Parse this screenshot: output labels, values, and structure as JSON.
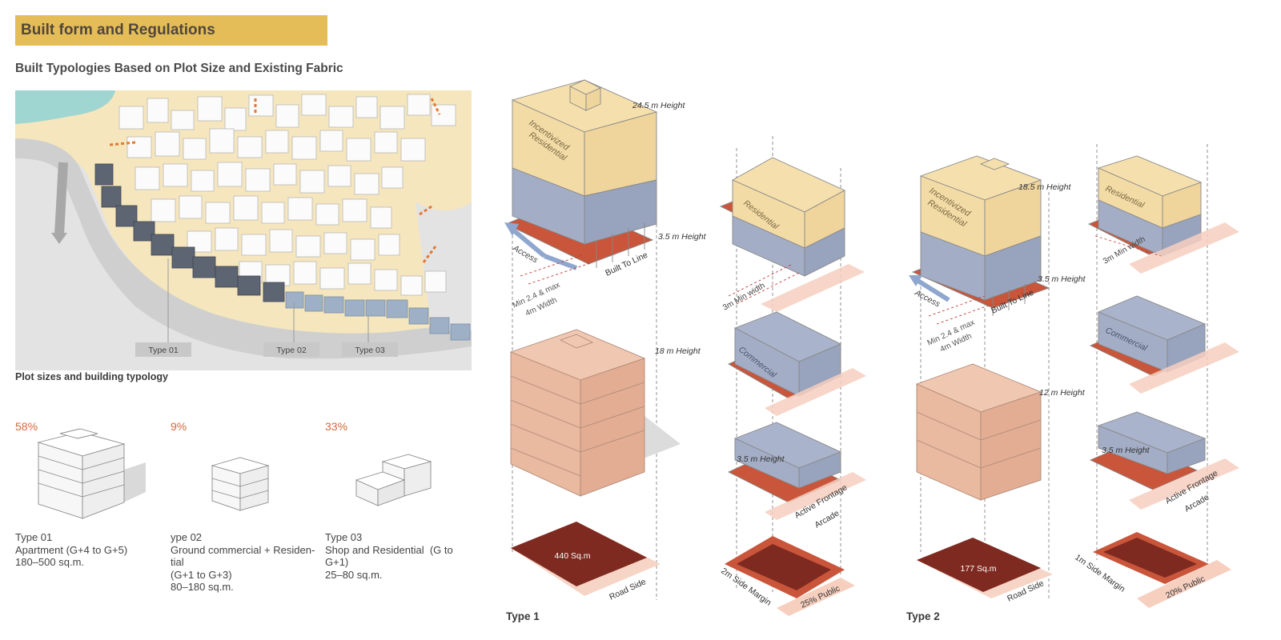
{
  "header": {
    "title": "Built form and Regulations",
    "subtitle": "Built Typologies Based on Plot Size and Existing Fabric"
  },
  "map": {
    "labels": [
      "Type 01",
      "Type 02",
      "Type 03"
    ],
    "caption": "Plot sizes and building typology"
  },
  "typologies": [
    {
      "percent": "58%",
      "lines": [
        "Type 01",
        "Apartment (G+4 to G+5)",
        "180–500 sq.m."
      ]
    },
    {
      "percent": "9%",
      "lines": [
        "ype 02",
        "Ground commercial + Residen-",
        "tial",
        "(G+1 to G+3)",
        "80–180 sq.m."
      ]
    },
    {
      "percent": "33%",
      "lines": [
        "Type 03",
        "Shop and Residential  (G to",
        "G+1)",
        "25–80 sq.m."
      ]
    }
  ],
  "type1": {
    "label": "Type 1",
    "building_height": "24.5 m Height",
    "incentivized": [
      "Incentivized",
      "Residential"
    ],
    "ground_height": "3.5 m Height",
    "access": "Access",
    "built_to_line": "Built To Line",
    "min_width": [
      "Min 2.4 & max",
      "4m Width"
    ],
    "existing_height": "18 m Height",
    "plot_area": "440 Sq.m",
    "road_side": "Road Side",
    "residential": "Residential",
    "min_width_3m": "3m Min width",
    "commercial": "Commercial",
    "commercial_height": "3.5 m Height",
    "active_frontage": [
      "Active Frontage",
      "Arcade"
    ],
    "side_margin": "2m Side Margin",
    "public": "25% Public"
  },
  "type2": {
    "label": "Type 2",
    "building_height": "18.5 m Height",
    "incentivized": [
      "Incentivized",
      "Residential"
    ],
    "ground_height": "3.5 m Height",
    "access": "Access",
    "built_to_line": "Built To Line",
    "min_width": [
      "Min 2.4 & max",
      "4m Width"
    ],
    "existing_height": "12 m Height",
    "plot_area": "177 Sq.m",
    "road_side": "Road Side",
    "residential": "Residential",
    "min_width_3m": "3m Min width",
    "commercial": "Commercial",
    "commercial_height": "3.5 m Height",
    "active_frontage": [
      "Active Frontage",
      "Arcade"
    ],
    "side_margin": "1m Side Margin",
    "public": "20% Public"
  },
  "colors": {
    "banner": "#e5bd58",
    "residential": "#f3dba6",
    "commercial": "#a3adc6",
    "existing": "#e9b9a0",
    "plot": "#7e2a20",
    "frontage": "#c9553a",
    "arcade_arrow": "#f6cfbf",
    "access_arrow": "#8fa7cf",
    "percent": "#d8683a",
    "map_ground": "#f5e6bd",
    "road": "#d9d9d9",
    "dark_buildings": "#5d6573",
    "blue_buildings": "#9eb0c6",
    "water": "#9fd6d2"
  }
}
